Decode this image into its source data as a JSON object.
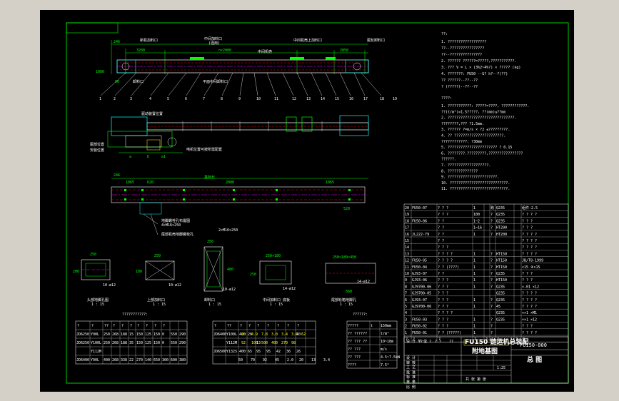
{
  "window": {
    "background": "#d4d0c8",
    "canvas_background": "#000000"
  },
  "colors": {
    "frame": "#00ff00",
    "line": "#ffffff",
    "dim": "#00ff00",
    "hidden": "#ff0000",
    "centerline": "#ff00ff",
    "cyan": "#00ffff",
    "yellow": "#ffff00"
  },
  "plan_view": {
    "dims": {
      "head": "246",
      "length1": "3200",
      "mid": "n×2000",
      "tail": "2850",
      "left_h": "1080",
      "step": "90"
    },
    "labels": {
      "feed_inlet": "新机加料口",
      "mid_inlet": "中间加料口",
      "extra": "(选用)",
      "mid_box": "中间机壳",
      "outlet": "卸料口",
      "top_inlet": "中间机壳上加料口",
      "side": "尾轮卸料口",
      "a": "平面中间卸料口"
    },
    "parts": [
      "1",
      "2",
      "3",
      "4",
      "5",
      "6",
      "7",
      "8",
      "9",
      "10",
      "11",
      "12",
      "13",
      "14",
      "15",
      "16",
      "17",
      "18",
      "19"
    ]
  },
  "side_view": {
    "labels": {
      "drive": "驱动装置位置",
      "tail": "尾部位置",
      "n": "安装位置",
      "motor": "电机位置可按所需配置"
    },
    "dims": {
      "a": "a",
      "b": "b",
      "a1": "a1"
    }
  },
  "foundation_view": {
    "dims": {
      "d1": "246",
      "d2": "1065",
      "d3": "620",
      "d4": "基础长",
      "d5": "2000",
      "d6": "1065",
      "d7": "520"
    },
    "labels": {
      "a": "地脚螺栓孔布置图",
      "b": "中间机壳地脚螺栓孔",
      "c": "4×M16×250",
      "d": "尾部机壳地脚螺栓孔",
      "e": "2×M16×250"
    }
  },
  "sections": [
    {
      "id": "s1",
      "dim_top": "250",
      "dim_side": "200",
      "title": "头部地脚孔图",
      "scale": "1 : 15",
      "note": "10-ø12"
    },
    {
      "id": "s2",
      "dim_top": "250",
      "dim_side": "180",
      "title": "上部加料口",
      "scale": "1 : 15",
      "note": "10-ø12"
    },
    {
      "id": "s3",
      "dim_top": "250",
      "dim_side": "480",
      "title": "卸料口",
      "scale": "1 : 15",
      "note": "10-ø12"
    },
    {
      "id": "s4",
      "dim_top": "250×180",
      "dim_side": "250",
      "title": "中间加料口 底板",
      "scale": "1 : 15",
      "note": "14-ø12"
    },
    {
      "id": "s5",
      "dim_top": "250×180×450",
      "dim_side": "560",
      "title": "尾部轮箱地脚孔",
      "scale": "1 : 15",
      "note": "14-ø12"
    }
  ],
  "notes_1": {
    "heading": "??:",
    "lines": [
      "1. ??????????????????",
      "   ??--????????????????",
      "   ??--???????????????",
      "2. ?????? ??????=?????,???????????.",
      "3. ??? V = L × (3%2~4%?) × ?????     (kg)",
      "4. ???????:      FU50 --G? h?--?(??)",
      "              ?? ??????--??--??",
      "              ? (?????)--??--??"
    ]
  },
  "notes_2": {
    "heading": "????:",
    "lines": [
      "1. ???????????:     ?????=????,  ????????????.",
      "   ??(t/m³)=1.5?????,  ??(mm)≤??mm",
      "2. ???????????????????????????????.",
      "   ????????,???       ?1.5mm.",
      "3. ??????   ?=m/s × ?2     ≤?????????.",
      "4. ?? ???????????????????????.",
      "   ????????????:      ?30mm",
      "5. ???????????????????????  ?    0.15",
      "6. ????????.?????????,????????????????",
      "   ??????.",
      "7. ???????????????????.",
      "8. ??????????????",
      "9. ???????????????????????.",
      "10. ???????????????????????????.",
      "11. ???????????????????????????."
    ]
  },
  "table_a": {
    "title": "???????????:",
    "headers": [
      "?",
      "?",
      "??",
      "?",
      "?",
      "?",
      "?",
      "?",
      "?",
      "?"
    ],
    "rows": [
      [
        "JD6250",
        "Y90L",
        "250",
        "268",
        "188",
        "15",
        "150",
        "125",
        "150",
        "0"
      ],
      [
        "JD6250",
        "Y100L",
        "250",
        "268",
        "188",
        "35",
        "150",
        "125",
        "150",
        "0"
      ],
      [
        "",
        "Y112M",
        "",
        "",
        "",
        "",
        "",
        "",
        "",
        ""
      ],
      [
        "JD6400",
        "Y90L",
        "400",
        "268",
        "338",
        "22",
        "270",
        "140",
        "650",
        "300"
      ]
    ],
    "row_vals": [
      [
        "550",
        "290"
      ],
      [
        "550",
        "290"
      ],
      [
        "",
        ""
      ],
      [
        "600",
        "380"
      ]
    ]
  },
  "table_b": {
    "headers": [
      "?",
      "??",
      "?",
      "?",
      "?",
      "?",
      "?",
      "?",
      "?"
    ],
    "rows": [
      [
        "JD6400",
        "Y100L",
        "400",
        "20",
        "",
        "",
        "",
        "",
        "40"
      ],
      [
        "",
        "Y112M",
        "",
        "",
        "13",
        "",
        "",
        "",
        "",
        ""
      ],
      [
        "JD6500",
        "Y132S",
        "400",
        "65",
        "95",
        "95",
        "42",
        "36",
        "26"
      ]
    ],
    "extra": [
      "50",
      "70",
      "92",
      "45",
      "2.0",
      "20",
      "13",
      "3.4",
      "20",
      "4.9",
      "7.8",
      "3.0",
      "3.4",
      "3.6",
      "62",
      "92",
      "100",
      "500",
      "400",
      "270",
      "98"
    ]
  },
  "table_c": {
    "title": "??????:",
    "rows": [
      [
        "????? ",
        "t",
        "150mm"
      ],
      [
        "?? ??????",
        "",
        "t/m³"
      ],
      [
        "?? ??? ??",
        "",
        "10~18m"
      ],
      [
        "?? ???",
        "",
        "m/s"
      ],
      [
        "?? ???",
        "",
        "4.5~7.5kW"
      ],
      [
        "????",
        "",
        "7.5°"
      ]
    ]
  },
  "bom": {
    "rows": [
      [
        "20",
        "FU50-07",
        "? ? ?",
        "1",
        "",
        "购",
        "Q235",
        "",
        "组件-2.5"
      ],
      [
        "19",
        "",
        "? ? ?",
        "100",
        "",
        "?",
        "Q235",
        "",
        "? ? ? ?"
      ],
      [
        "18",
        "FU50-06",
        "? ?",
        "1~2",
        "",
        "?",
        "Q235",
        "",
        "? ? ?"
      ],
      [
        "17",
        "",
        "? ?",
        "1~16",
        "",
        "?",
        "HT200",
        "",
        "? ? ?"
      ],
      [
        "16",
        "JL222-79",
        "? ?",
        "1",
        "",
        "?",
        "HT200",
        "",
        "? ? ? ?"
      ],
      [
        "15",
        "",
        "? ?",
        "",
        "",
        "",
        "",
        "",
        "? ? ? ?"
      ],
      [
        "14",
        "",
        "? ? ?",
        "",
        "",
        "",
        "",
        "",
        "? ? ? ?"
      ],
      [
        "13",
        "",
        "? ? ? ?",
        "1",
        "",
        "?",
        "HT150",
        "",
        "? ? ? ?"
      ],
      [
        "12",
        "FU50-05",
        "? ? ? ?",
        "1",
        "",
        "?",
        "HT150",
        "",
        "JB/T8-1999"
      ],
      [
        "11",
        "FU50-04",
        "? ? (????)",
        "1",
        "",
        "?",
        "HT150",
        "",
        "×15 ④×15"
      ],
      [
        "10",
        "GJ93-07",
        "? ?",
        "1",
        "",
        "?",
        "Q235",
        "",
        "? ? ?"
      ],
      [
        "9",
        "GJ93-06",
        "? ? ?",
        "1",
        "",
        "?",
        "HT150",
        "",
        "? ? ?"
      ],
      [
        "8",
        "GJ9700-06",
        "? ? ?",
        "1",
        "",
        "?",
        "Q235",
        "",
        "×-01 ×12"
      ],
      [
        "7",
        "GJ9700-05",
        "? ? ?",
        "",
        "",
        "",
        "Q235",
        "",
        "? ? ? ?"
      ],
      [
        "6",
        "GJ93-07",
        "? ? ?",
        "1",
        "",
        "?",
        "Q235",
        "",
        "? ? ? ?"
      ],
      [
        "5",
        "GJ9700-06",
        "? ? ?",
        "1",
        "",
        "?",
        "45",
        "",
        "? ? ? ?"
      ],
      [
        "4",
        "",
        "? ? ? ?",
        "",
        "",
        "",
        "Q235",
        "",
        "××1 ×M1"
      ],
      [
        "3",
        "FU50-03",
        "? ? ?",
        "1",
        "",
        "?",
        "Q235",
        "",
        "××1 ×12"
      ],
      [
        "2",
        "FU50-02",
        "? ? ?",
        "1",
        "",
        "?",
        "",
        "",
        "? ? ?"
      ],
      [
        "1",
        "FU50-01",
        "? ? (?????)",
        "1",
        "",
        "?",
        "",
        "",
        "? ? ? ?"
      ]
    ],
    "header": [
      "?",
      "?",
      "?",
      "?",
      "?",
      "?",
      "?",
      "?",
      "?"
    ]
  },
  "title_block": {
    "title_top": "FU150 链运机总装配",
    "title_bottom": "附地基图",
    "drawing_no": "FU150-000",
    "name": "总 图",
    "scale": "1:25",
    "labels": [
      "设 计",
      "审 核",
      "工 艺",
      "批 准",
      "标 准",
      "重 量",
      "比 例"
    ],
    "small": [
      "设 计 单 位",
      "? ? ?",
      "? ?",
      "??"
    ],
    "sheet": "共   张    第   张"
  }
}
